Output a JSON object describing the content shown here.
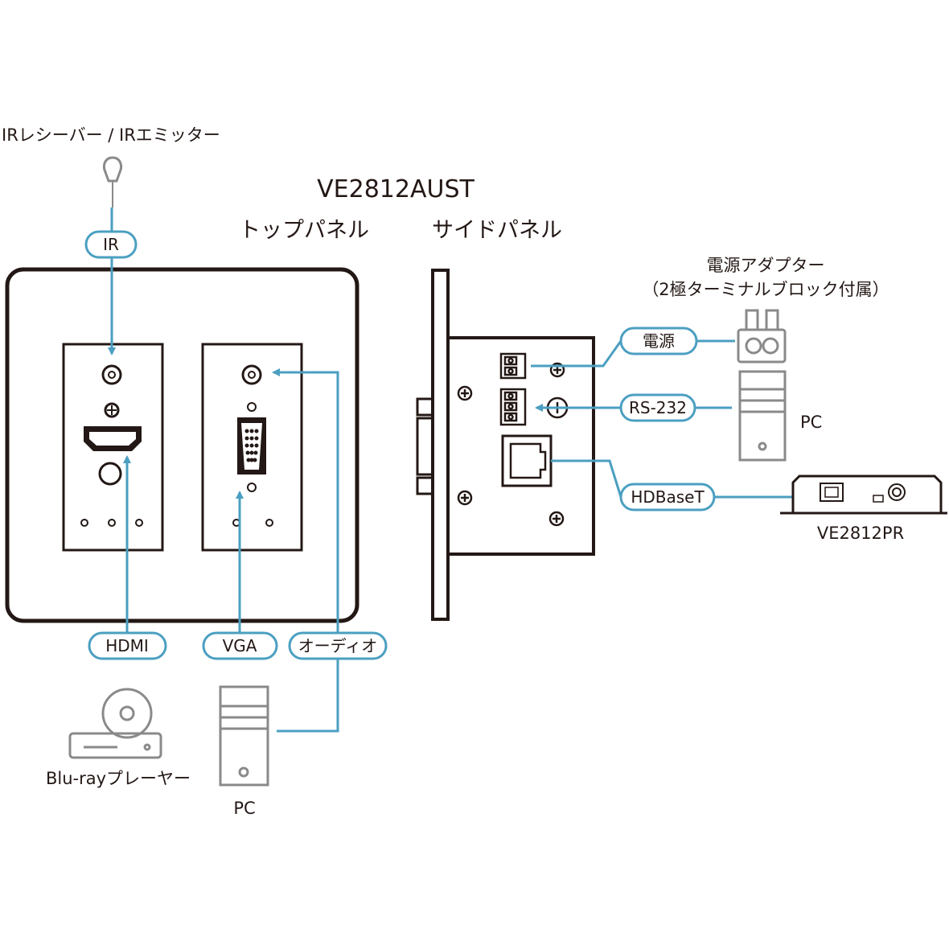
{
  "title": "VE2812AUST",
  "top_panel_label": "トップパネル",
  "side_panel_label": "サイドパネル",
  "ir_device_label": "IRレシーバー / IRエミッター",
  "ports": {
    "ir": "IR",
    "hdmi": "HDMI",
    "vga": "VGA",
    "audio": "オーディオ",
    "power": "電源",
    "rs232": "RS-232",
    "hdbaset": "HDBaseT"
  },
  "devices": {
    "bluray": "Blu-rayプレーヤー",
    "pc_bottom": "PC",
    "pc_right": "PC",
    "adapter_line1": "電源アダプター",
    "adapter_line2": "（2極ターミナルブロック付属）",
    "receiver": "VE2812PR"
  },
  "colors": {
    "accent": "#4b9fc1",
    "line": "#231815",
    "device": "#8a8a8a"
  }
}
